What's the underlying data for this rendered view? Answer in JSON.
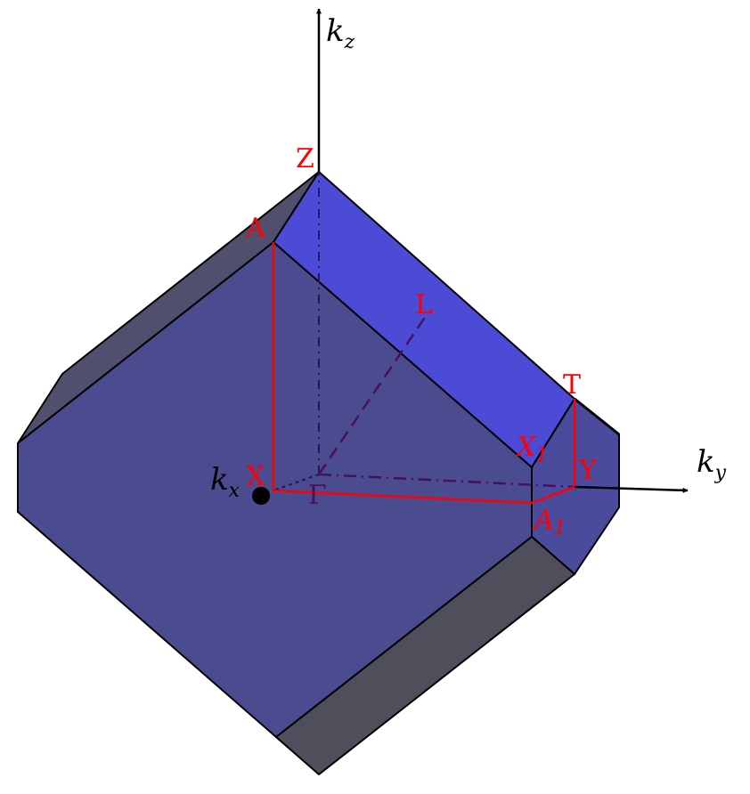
{
  "diagram": {
    "title": "Brillouin zone",
    "axes": {
      "kz": {
        "base": "k",
        "sub": "z"
      },
      "ky": {
        "base": "k",
        "sub": "y"
      },
      "kx": {
        "base": "k",
        "sub": "x"
      }
    },
    "points": {
      "Z": "Z",
      "A": "A",
      "L": "L",
      "T": "T",
      "X1": {
        "base": "X",
        "sub": "1"
      },
      "Y": "Y",
      "X": "X",
      "Gamma": "Γ",
      "A1": {
        "base": "A",
        "sub": "1"
      }
    },
    "colors": {
      "top_face": "#4b4bd6",
      "front_face": "#4b4b8f",
      "right_face": "#4b4b9e",
      "dark_face": "#50506e",
      "bottom_face": "#4f4f5c",
      "path": "#ff0000",
      "internal": "#4a0f5a"
    }
  }
}
